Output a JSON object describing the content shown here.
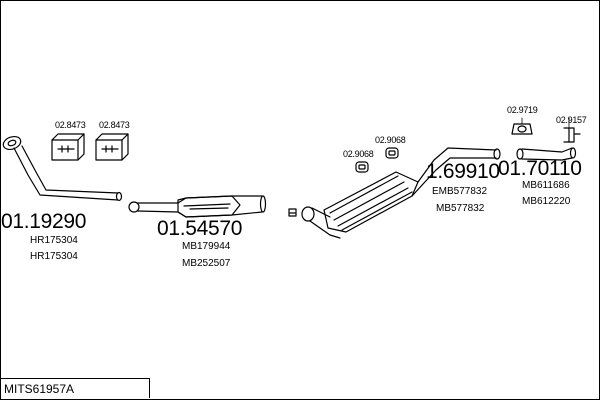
{
  "diagram_code": "MITS61957A",
  "parts": {
    "front_pipe": {
      "number": "01.19290",
      "refs": [
        "HR175304",
        "HR175304"
      ]
    },
    "catalyst": {
      "number": "01.54570",
      "refs": [
        "MB179944",
        "MB252507"
      ]
    },
    "center_muffler": {
      "number": "1.69910",
      "refs": [
        "EMB577832",
        "MB577832"
      ]
    },
    "tail_pipe": {
      "number": "01.70110",
      "refs": [
        "MB611686",
        "MB612220"
      ]
    }
  },
  "accessories": {
    "bolt_kit_1": "02.8473",
    "bolt_kit_2": "02.8473",
    "hanger_1": "02.9068",
    "hanger_2": "02.9068",
    "gasket_1": "02.9719",
    "clamp_1": "02.9157"
  }
}
